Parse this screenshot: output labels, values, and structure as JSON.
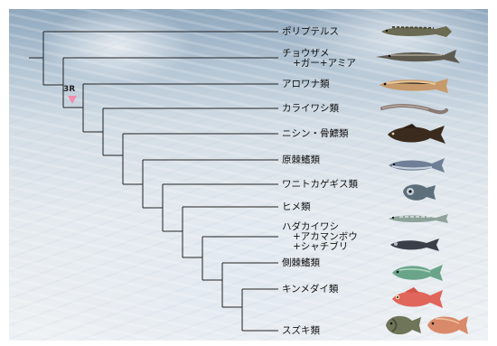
{
  "taxa": [
    {
      "name": "ポリプテルス",
      "fish_icon": "polypterus-fish-icon"
    },
    {
      "name": "チョウザメ",
      "name_line2": "+ガー+アミア",
      "fish_icon": "sturgeon-fish-icon"
    },
    {
      "name": "アロワナ類",
      "fish_icon": "arowana-fish-icon"
    },
    {
      "name": "カライワシ類",
      "fish_icon": "eel-fish-icon"
    },
    {
      "name": "ニシン・骨鰾類",
      "fish_icon": "carp-fish-icon"
    },
    {
      "name": "原棘鰭類",
      "fish_icon": "salmon-fish-icon"
    },
    {
      "name": "ワニトカゲギス類",
      "fish_icon": "hatchetfish-fish-icon"
    },
    {
      "name": "ヒメ類",
      "fish_icon": "lizardfish-fish-icon"
    },
    {
      "name": "ハダカイワシ",
      "name_line2": "+アカマンボウ",
      "name_line3": "+シャチブリ",
      "fish_icon": "lanternfish-fish-icon"
    },
    {
      "name": "側棘鰭類",
      "fish_icon": "green-fish-icon"
    },
    {
      "name": "キンメダイ類",
      "fish_icon": "alfonsino-fish-icon"
    },
    {
      "name": "スズキ類",
      "fish_icon": "perch-fish-icon"
    }
  ],
  "marker": {
    "label": "3R",
    "color": "#f28fb0"
  }
}
